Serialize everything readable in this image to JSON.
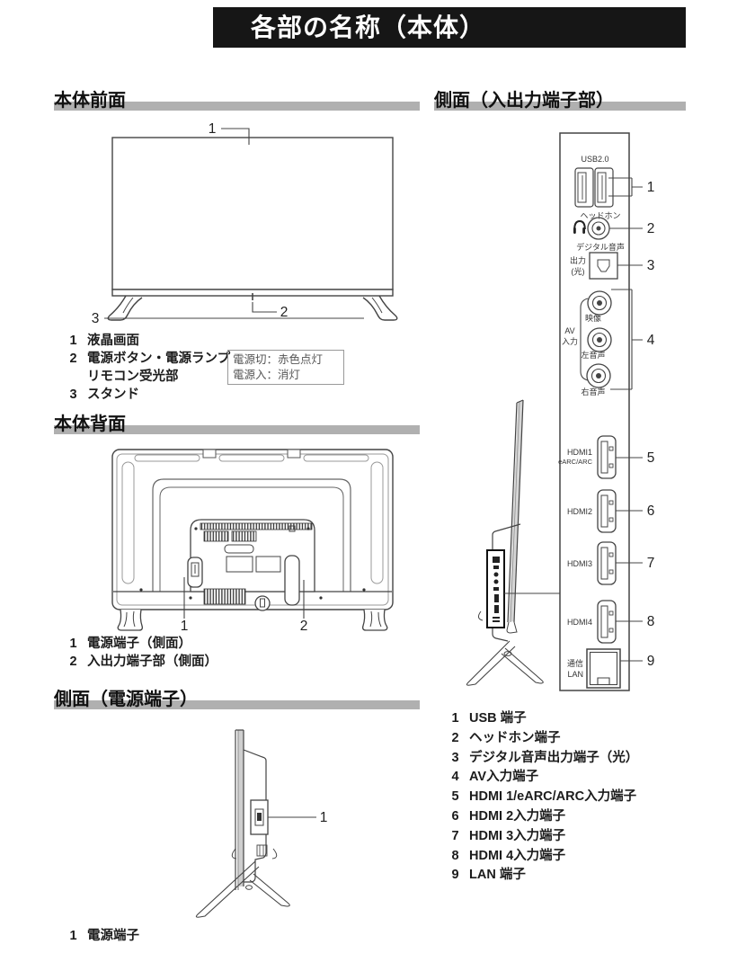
{
  "page_title": "各部の名称（本体）",
  "front": {
    "heading": "本体前面",
    "callouts": {
      "c1": "1",
      "c2": "2",
      "c3": "3"
    },
    "items": [
      {
        "num": "1",
        "label": "液晶画面"
      },
      {
        "num": "2",
        "label": "電源ボタン・電源ランプ",
        "label2": "リモコン受光部"
      },
      {
        "num": "3",
        "label": "スタンド"
      }
    ],
    "power_note": {
      "line1": "電源切：赤色点灯",
      "line2": "電源入：消灯"
    }
  },
  "rear": {
    "heading": "本体背面",
    "callouts": {
      "c1": "1",
      "c2": "2"
    },
    "items": [
      {
        "num": "1",
        "label": "電源端子（側面）"
      },
      {
        "num": "2",
        "label": "入出力端子部（側面）"
      }
    ]
  },
  "side_power": {
    "heading": "側面（電源端子）",
    "callouts": {
      "c1": "1"
    },
    "items": [
      {
        "num": "1",
        "label": "電源端子"
      }
    ]
  },
  "io": {
    "heading": "側面（入出力端子部）",
    "panel_labels": {
      "usb": "USB2.0",
      "headphone": "ヘッドホン",
      "digital_audio": "デジタル音声",
      "output": "出力",
      "optical": "(光)",
      "av_line1": "AV",
      "av_line2": "入力",
      "video": "映像",
      "audio_left": "左音声",
      "audio_right": "右音声",
      "hdmi1": "HDMI1",
      "hdmi1_sub": "eARC/ARC",
      "hdmi2": "HDMI2",
      "hdmi3": "HDMI3",
      "hdmi4": "HDMI4",
      "lan_line1": "通信",
      "lan_line2": "LAN"
    },
    "callouts": {
      "c1": "1",
      "c2": "2",
      "c3": "3",
      "c4": "4",
      "c5": "5",
      "c6": "6",
      "c7": "7",
      "c8": "8",
      "c9": "9"
    },
    "items": [
      {
        "num": "1",
        "label": "USB 端子"
      },
      {
        "num": "2",
        "label": "ヘッドホン端子"
      },
      {
        "num": "3",
        "label": "デジタル音声出力端子（光）"
      },
      {
        "num": "4",
        "label": "AV入力端子"
      },
      {
        "num": "5",
        "label": "HDMI 1/eARC/ARC入力端子"
      },
      {
        "num": "6",
        "label": "HDMI 2入力端子"
      },
      {
        "num": "7",
        "label": "HDMI 3入力端子"
      },
      {
        "num": "8",
        "label": "HDMI 4入力端子"
      },
      {
        "num": "9",
        "label": "LAN 端子"
      }
    ]
  },
  "colors": {
    "banner_bg": "#161616",
    "heading_bar": "#b0b0b0",
    "line_art": "#444444"
  }
}
